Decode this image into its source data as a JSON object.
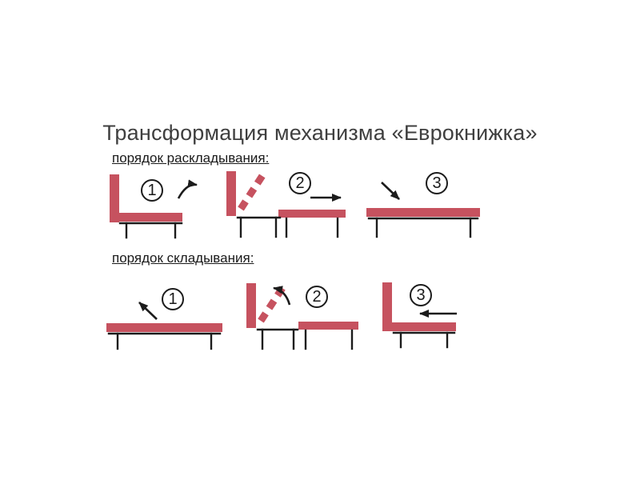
{
  "title": "Трансформация механизма «Еврокнижка»",
  "sections": {
    "unfold": {
      "label": "порядок раскладывания:",
      "steps": [
        "1",
        "2",
        "3"
      ]
    },
    "fold": {
      "label": "порядок складывания:",
      "steps": [
        "1",
        "2",
        "3"
      ]
    }
  },
  "colors": {
    "sofa": "#c6525f",
    "line": "#1c1c1c",
    "title": "#3f3f3f",
    "text": "#1a1a1a",
    "bg": "#ffffff"
  }
}
